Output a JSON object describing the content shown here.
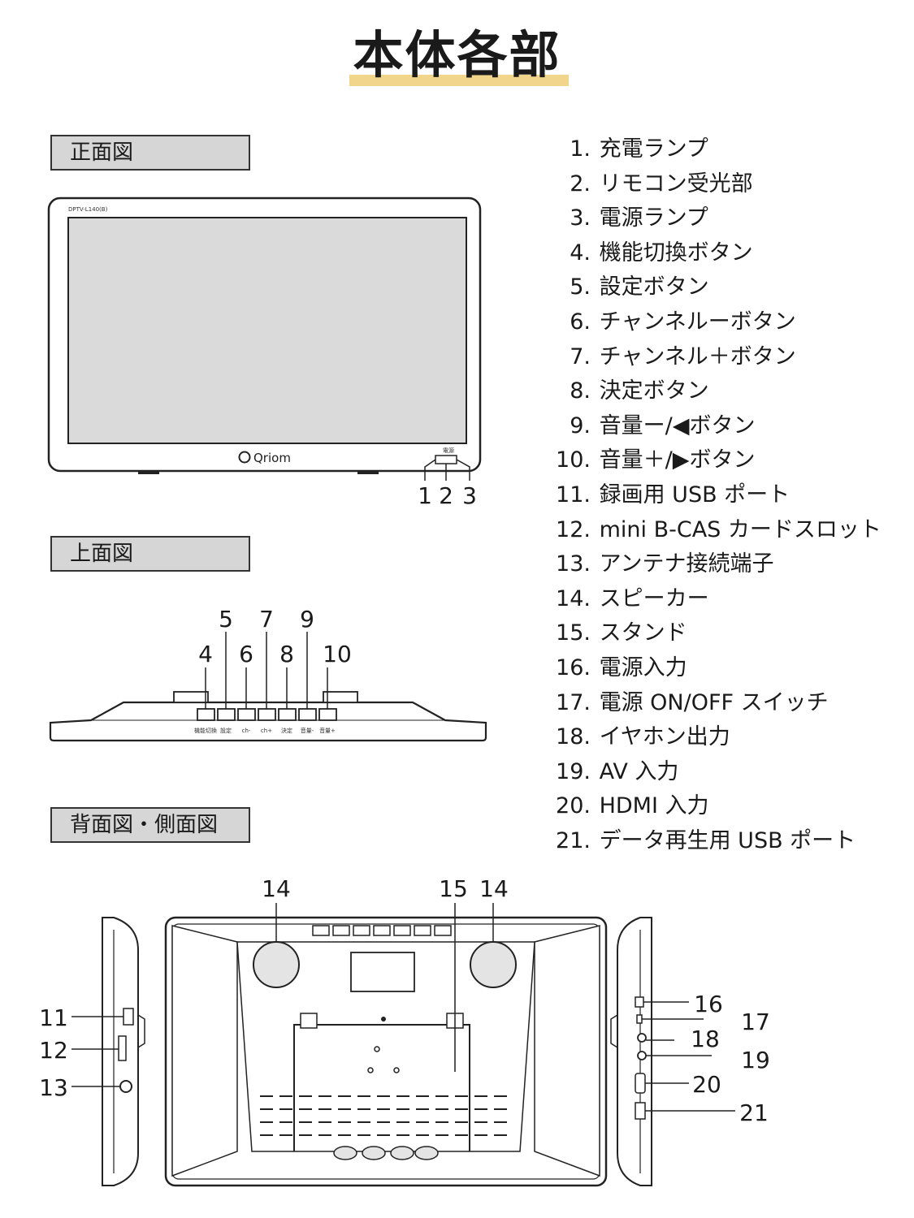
{
  "title": "本体各部",
  "sections": {
    "front": "正面図",
    "top": "上面図",
    "back": "背面図・側面図"
  },
  "front_figure": {
    "model": "DPTV-L140(B)",
    "brand": "Qriom",
    "power_label": "電源",
    "callouts": [
      "1",
      "2",
      "3"
    ]
  },
  "top_figure": {
    "callouts_upper": [
      "5",
      "7",
      "9"
    ],
    "callouts_lower": [
      "4",
      "6",
      "8",
      "10"
    ],
    "button_labels": [
      "機能切換",
      "設定",
      "ch-",
      "ch+",
      "決定",
      "音量-",
      "音量+"
    ]
  },
  "back_figure": {
    "callouts": [
      "14",
      "15",
      "14"
    ],
    "left_callouts": [
      "11",
      "12",
      "13"
    ],
    "right_callouts": [
      "16",
      "17",
      "18",
      "19",
      "20",
      "21"
    ]
  },
  "parts": [
    {
      "num": "1.",
      "label": "充電ランプ"
    },
    {
      "num": "2.",
      "label": "リモコン受光部"
    },
    {
      "num": "3.",
      "label": "電源ランプ"
    },
    {
      "num": "4.",
      "label": "機能切換ボタン"
    },
    {
      "num": "5.",
      "label": "設定ボタン"
    },
    {
      "num": "6.",
      "label": "チャンネルーボタン"
    },
    {
      "num": "7.",
      "label": "チャンネル＋ボタン"
    },
    {
      "num": "8.",
      "label": "決定ボタン"
    },
    {
      "num": "9.",
      "label": "音量ー/◀ボタン"
    },
    {
      "num": "10.",
      "label": "音量＋/▶ボタン"
    },
    {
      "num": "11.",
      "label": "録画用 USB ポート"
    },
    {
      "num": "12.",
      "label": "mini B-CAS カードスロット"
    },
    {
      "num": "13.",
      "label": "アンテナ接続端子"
    },
    {
      "num": "14.",
      "label": "スピーカー"
    },
    {
      "num": "15.",
      "label": "スタンド"
    },
    {
      "num": "16.",
      "label": "電源入力"
    },
    {
      "num": "17.",
      "label": "電源 ON/OFF スイッチ"
    },
    {
      "num": "18.",
      "label": "イヤホン出力"
    },
    {
      "num": "19.",
      "label": "AV 入力"
    },
    {
      "num": "20.",
      "label": "HDMI 入力"
    },
    {
      "num": "21.",
      "label": "データ再生用 USB ポート"
    }
  ]
}
